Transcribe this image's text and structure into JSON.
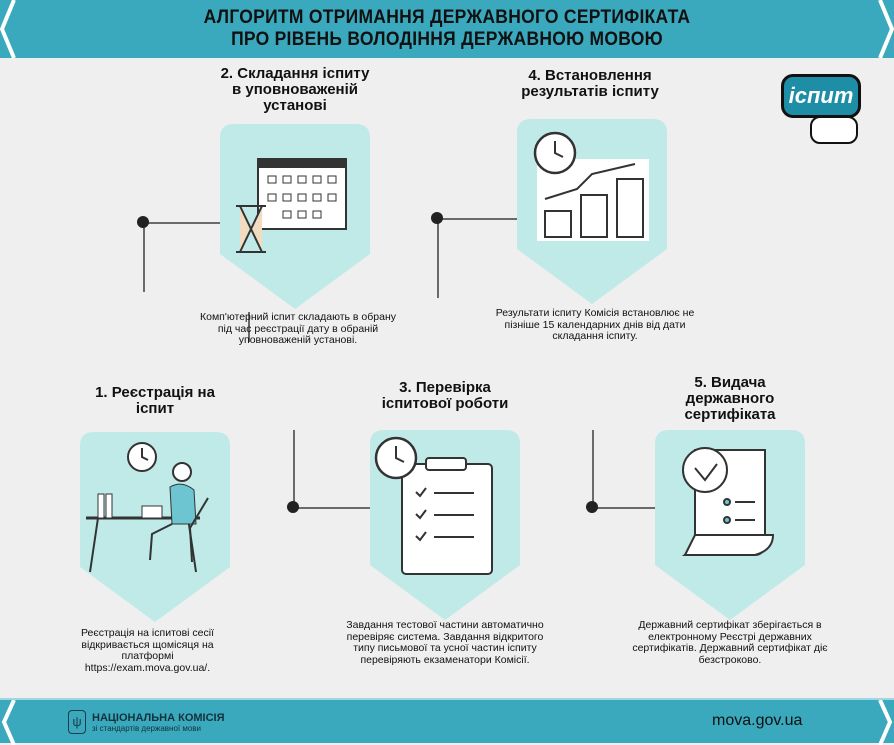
{
  "header": {
    "line1": "АЛГОРИТМ ОТРИМАННЯ ДЕРЖАВНОГО СЕРТИФІКАТА",
    "line2": "ПРО РІВЕНЬ ВОЛОДІННЯ ДЕРЖАВНОЮ МОВОЮ"
  },
  "badge": "іспит",
  "steps": [
    {
      "title": "1. Реєстрація на іспит",
      "desc": "Реєстрація на іспитові сесії відкривається щомісяця на платформі https://exam.mova.gov.ua/."
    },
    {
      "title": "2. Складання іспиту в уповноваженій установі",
      "desc": "Комп'ютерний іспит складають в обрану під час реєстрації дату в обраній уповноваженій установі."
    },
    {
      "title": "3. Перевірка іспитової роботи",
      "desc": "Завдання тестової частини автоматично перевіряє система. Завдання відкритого типу письмової та усної частин іспиту перевіряють екзаменатори Комісії."
    },
    {
      "title": "4. Встановлення результатів іспиту",
      "desc": "Результати іспиту Комісія встановлює не пізніше 15 календарних днів від дати складання іспиту."
    },
    {
      "title": "5. Видача державного сертифіката",
      "desc": "Державний сертифікат зберігається в електронному Реєстрі державних сертифікатів. Державний сертифікат діє безстроково."
    }
  ],
  "footer": {
    "org_name": "НАЦІОНАЛЬНА КОМІСІЯ",
    "org_sub": "зі стандартів державної мови",
    "site": "mova.gov.ua"
  }
}
